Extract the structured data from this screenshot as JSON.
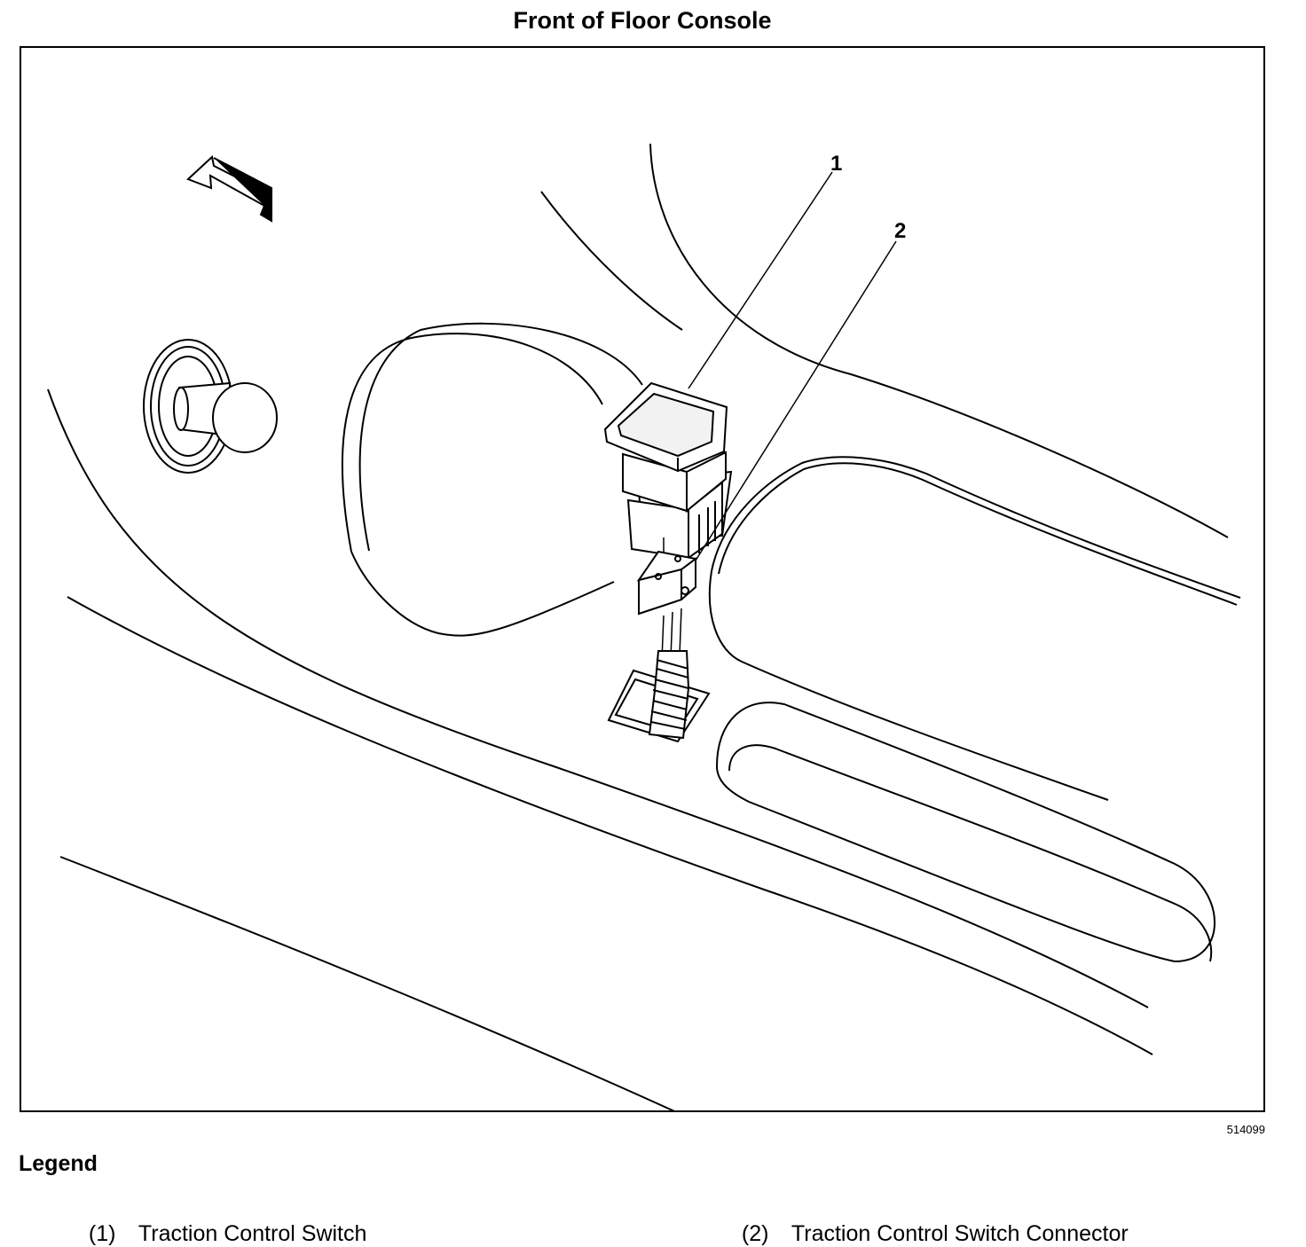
{
  "title": "Front of Floor Console",
  "figure_id": "514099",
  "legend": {
    "heading": "Legend",
    "items": [
      {
        "number": "(1)",
        "label": "Traction Control Switch"
      },
      {
        "number": "(2)",
        "label": "Traction Control Switch Connector"
      }
    ]
  },
  "callouts": [
    "1",
    "2"
  ],
  "icons": {
    "direction_arrow": "forward-arrow-icon"
  }
}
